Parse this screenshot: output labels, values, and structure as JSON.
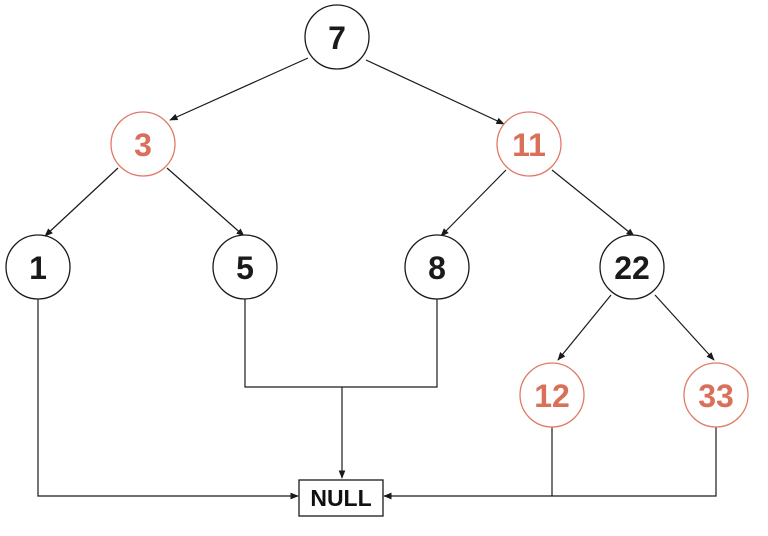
{
  "colors": {
    "black_node": "#1a1a1a",
    "red_node": "#d9705a",
    "edge": "#1a1a1a",
    "background": "#ffffff"
  },
  "nodes": {
    "n7": {
      "label": "7",
      "color": "black"
    },
    "n3": {
      "label": "3",
      "color": "red"
    },
    "n11": {
      "label": "11",
      "color": "red"
    },
    "n1": {
      "label": "1",
      "color": "black"
    },
    "n5": {
      "label": "5",
      "color": "black"
    },
    "n8": {
      "label": "8",
      "color": "black"
    },
    "n22": {
      "label": "22",
      "color": "black"
    },
    "n12": {
      "label": "12",
      "color": "red"
    },
    "n33": {
      "label": "33",
      "color": "red"
    }
  },
  "null_node": {
    "label": "NULL"
  },
  "edges": [
    {
      "from": "n7",
      "to": "n3"
    },
    {
      "from": "n7",
      "to": "n11"
    },
    {
      "from": "n3",
      "to": "n1"
    },
    {
      "from": "n3",
      "to": "n5"
    },
    {
      "from": "n11",
      "to": "n8"
    },
    {
      "from": "n11",
      "to": "n22"
    },
    {
      "from": "n22",
      "to": "n12"
    },
    {
      "from": "n22",
      "to": "n33"
    },
    {
      "from": "n1",
      "to": "null"
    },
    {
      "from": "n5",
      "to": "null"
    },
    {
      "from": "n8",
      "to": "null"
    },
    {
      "from": "n12",
      "to": "null"
    },
    {
      "from": "n33",
      "to": "null"
    }
  ]
}
